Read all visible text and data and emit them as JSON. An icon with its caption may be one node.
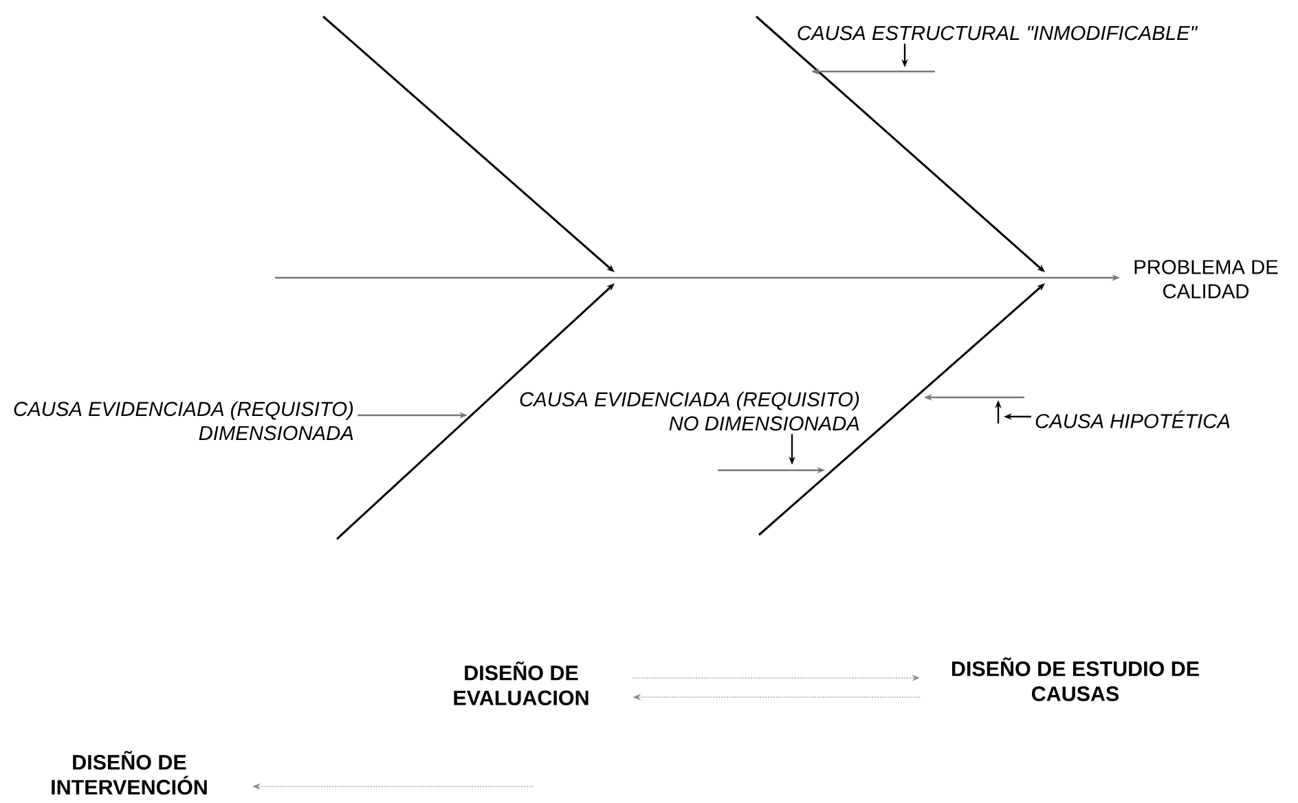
{
  "diagram": {
    "nodes": [
      {
        "text": [
          "PROBLEMA DE CALIDAD"
        ]
      },
      {
        "text": [
          "CAUSA ESTRUCTURAL \"INMODIFICABLE\""
        ]
      },
      {
        "text": [
          "CAUSA EVIDENCIADA (REQUISITO) DIMENSIONADA"
        ]
      },
      {
        "text": [
          "CAUSA EVIDENCIADA (REQUISITO) NO DIMENSIONADA"
        ]
      },
      {
        "text": [
          "CAUSA HIPOTÉTICA"
        ]
      },
      {
        "text": [
          "DISEÑO DE EVALUACION"
        ]
      },
      {
        "text": [
          "DISEÑO DE ESTUDIO DE CAUSAS"
        ]
      },
      {
        "text": [
          "DISEÑO DE INTERVENCIÓN"
        ]
      }
    ],
    "edges": [
      {
        "from": null,
        "to": 0,
        "arrow": "to",
        "color": "#777777"
      },
      {
        "from": 1,
        "to": null,
        "arrow": "to"
      },
      {
        "from": 2,
        "to": null,
        "arrow": "to",
        "color": "#777777"
      },
      {
        "from": 3,
        "to": null,
        "arrow": "to"
      },
      {
        "from": 4,
        "to": null,
        "arrow": "to"
      },
      {
        "from": 5,
        "to": 6,
        "arrow": "to",
        "style": "dashed",
        "color": "#888888"
      },
      {
        "from": 6,
        "to": 5,
        "arrow": "to",
        "style": "dashed",
        "color": "#888888"
      },
      {
        "from": null,
        "to": 7,
        "arrow": "to",
        "style": "dashed",
        "color": "#888888"
      }
    ]
  }
}
